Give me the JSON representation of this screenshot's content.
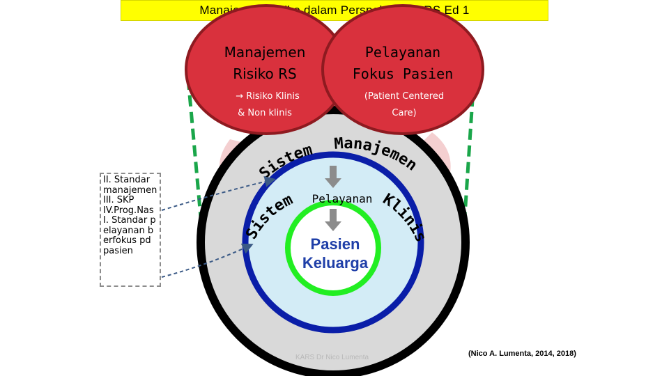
{
  "title": "Manajemen Risiko dalam Perspektif SNARS Ed 1",
  "left_oval": {
    "line1": "Manajemen",
    "line2": "Risiko RS",
    "sub1": "→ Risiko Klinis",
    "sub2": "& Non klinis"
  },
  "right_oval": {
    "line1": "Pelayanan",
    "line2": "Fokus Pasien",
    "sub1": "(Patient Centered",
    "sub2": "Care)"
  },
  "outer_ring_text": {
    "left": "Sistem",
    "right": "Manajemen"
  },
  "middle_ring_text": {
    "top": "Pelayanan",
    "left": "Sistem",
    "right": "Klinis"
  },
  "center_text": {
    "line1": "Pasien",
    "line2": "Keluarga"
  },
  "left_box": {
    "items": [
      "II. Standar manajemen",
      "III. SKP",
      "IV.Prog.Nas",
      "I. Standar pelayanan berfokus pd pasien"
    ]
  },
  "credit": "(Nico A. Lumenta, 2014, 2018)",
  "footer": "KARS Dr Nico Lumenta",
  "colors": {
    "title_bg": "#ffff00",
    "oval_fill": "#d9313d",
    "oval_border": "#8e1a20",
    "outer_ring": "#000000",
    "middle_ring": "#0a1ea8",
    "inner_ring": "#22ee22",
    "dashed_green": "#1aa64a",
    "center_text": "#1f3fa8"
  }
}
